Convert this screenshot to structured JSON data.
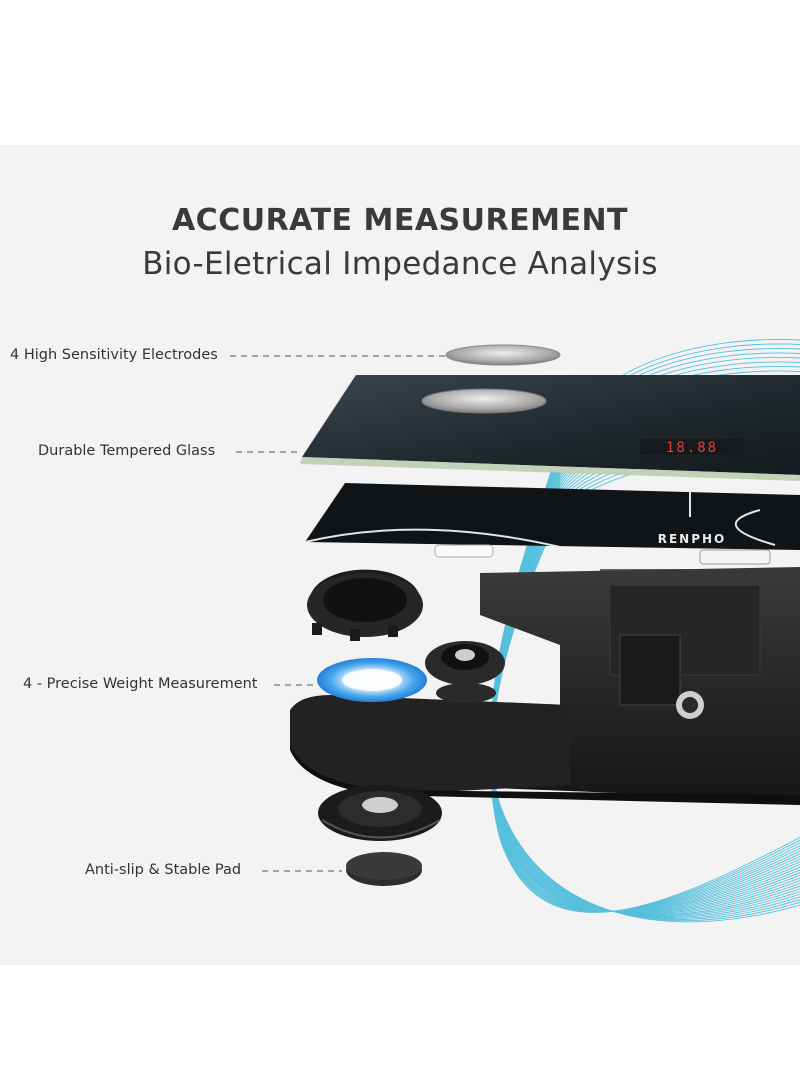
{
  "header": {
    "title": "ACCURATE MEASUREMENT",
    "subtitle": "Bio-Eletrical Impedance Analysis"
  },
  "callouts": [
    {
      "label": "4 High Sensitivity Electrodes"
    },
    {
      "label": "Durable Tempered Glass"
    },
    {
      "label": "4 - Precise Weight Measurement"
    },
    {
      "label": "Anti-slip & Stable Pad"
    }
  ],
  "product": {
    "brand": "RENPHO",
    "display_readout": "18.88"
  },
  "colors": {
    "background": "#f3f3f3",
    "text": "#3a3a3a",
    "glass": "#232b30",
    "wave": "#3bb7d9",
    "sensor": "#2f97e8"
  }
}
